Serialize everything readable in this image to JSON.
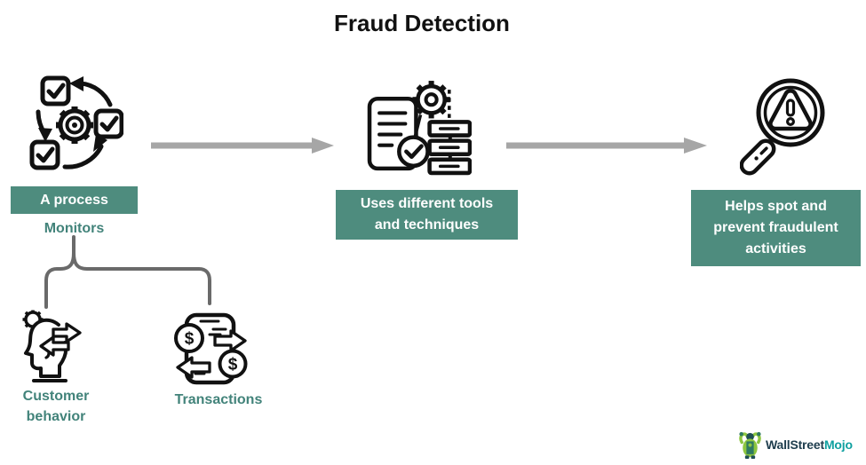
{
  "title": "Fraud Detection",
  "colors": {
    "accent_teal": "#4E8C7E",
    "teal_text": "#42837A",
    "arrow_gray": "#A6A6A6",
    "brace_gray": "#6A6A6A",
    "icon_black": "#111111",
    "logo_navy": "#1E3D4D",
    "logo_teal": "#0FA0A0"
  },
  "flow": {
    "stage1": {
      "label": "A process",
      "icon": "process-cycle-icon"
    },
    "stage2": {
      "label": "Uses different tools and techniques",
      "icon": "document-gear-checklist-icon"
    },
    "stage3": {
      "label": "Helps spot and prevent fraudulent activities",
      "icon": "magnifier-warning-icon"
    }
  },
  "monitors": {
    "label": "Monitors",
    "children": {
      "customer": {
        "label": "Customer behavior",
        "icon": "head-gear-arrows-icon"
      },
      "transactions": {
        "label": "Transactions",
        "icon": "phone-dollar-transfer-icon"
      }
    }
  },
  "icons": {
    "dollar_glyph": "$"
  },
  "logo": {
    "brand_part1": "WallStreet",
    "brand_part2": "Mojo",
    "icon": "wallstreetmojo-mascot-icon"
  }
}
